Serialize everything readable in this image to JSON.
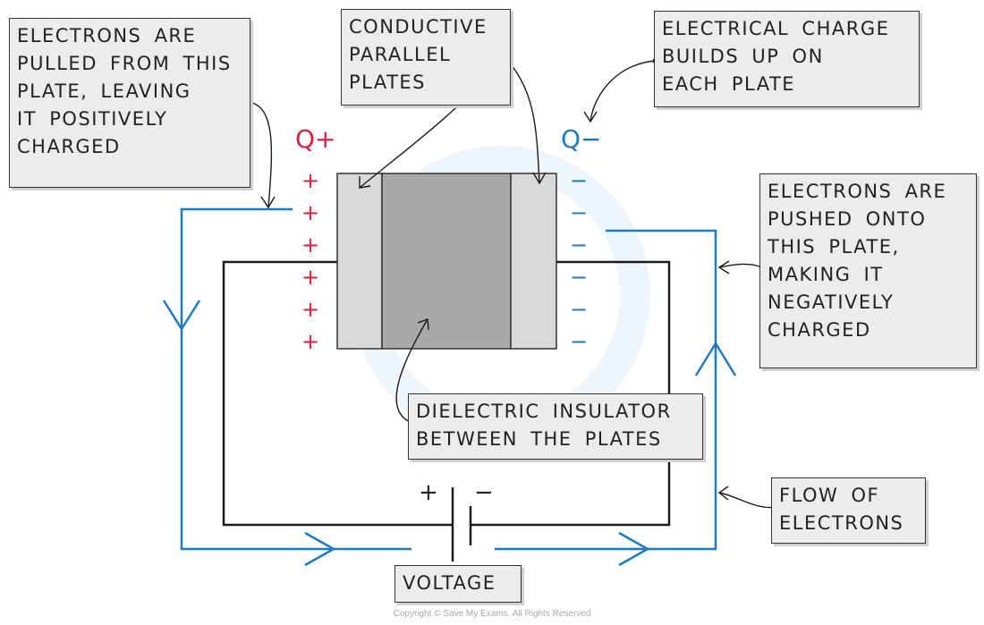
{
  "labels": {
    "pulled": [
      "ELECTRONS ARE",
      "PULLED FROM THIS",
      "PLATE, LEAVING",
      "IT POSITIVELY",
      "CHARGED"
    ],
    "plates": [
      "CONDUCTIVE",
      "PARALLEL",
      "PLATES"
    ],
    "charge": [
      "ELECTRICAL CHARGE",
      "BUILDS UP ON",
      "EACH PLATE"
    ],
    "pushed": [
      "ELECTRONS ARE",
      "PUSHED ONTO",
      "THIS PLATE,",
      "MAKING IT",
      "NEGATIVELY",
      "CHARGED"
    ],
    "dielectric": [
      "DIELECTRIC INSULATOR",
      "BETWEEN THE PLATES"
    ],
    "flow": [
      "FLOW OF",
      "ELECTRONS"
    ],
    "voltage": "VOLTAGE"
  },
  "charges": {
    "positive_label": "Q+",
    "negative_label": "Q−",
    "positive_sign": "+",
    "negative_sign": "−"
  },
  "battery": {
    "plus": "+",
    "minus": "−"
  },
  "copyright": "Copyright © Save My Exams. All Rights Reserved",
  "colors": {
    "positive": "#d81f3c",
    "negative": "#1f7ac4",
    "wire": "#1b1b1b",
    "electron_flow": "#1f7ac4",
    "plate": "#d9d9d9",
    "dielectric": "#a9a9a9",
    "label_bg": "#ececec"
  }
}
